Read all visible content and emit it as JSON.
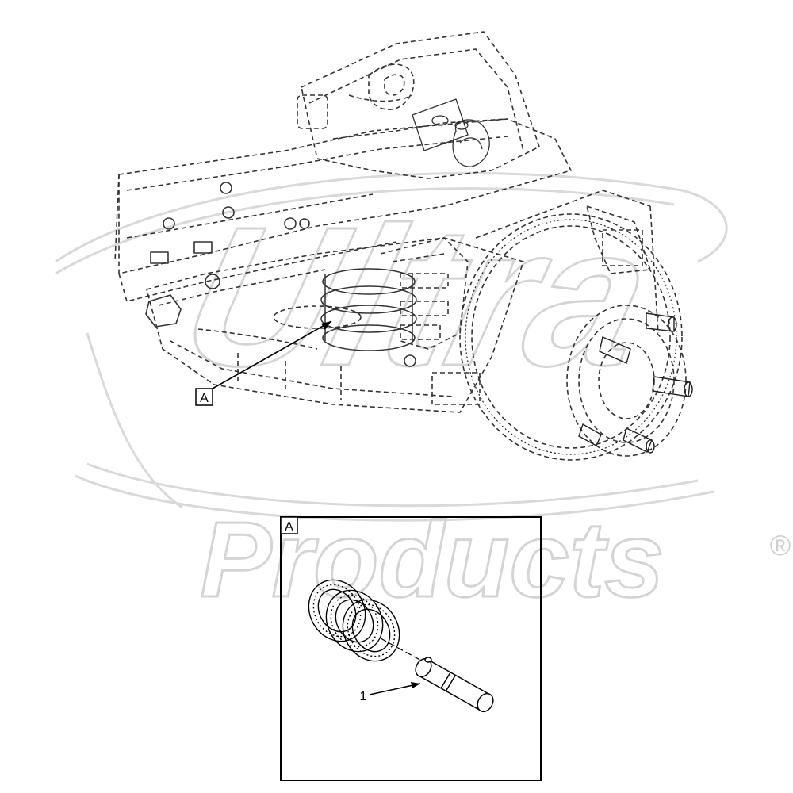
{
  "watermark": {
    "brand_top": "Ultra",
    "brand_bottom": "Products",
    "registered_mark": "®"
  },
  "callouts": {
    "main_label": "A",
    "detail_label": "A"
  },
  "parts": [
    {
      "number": "1"
    }
  ]
}
